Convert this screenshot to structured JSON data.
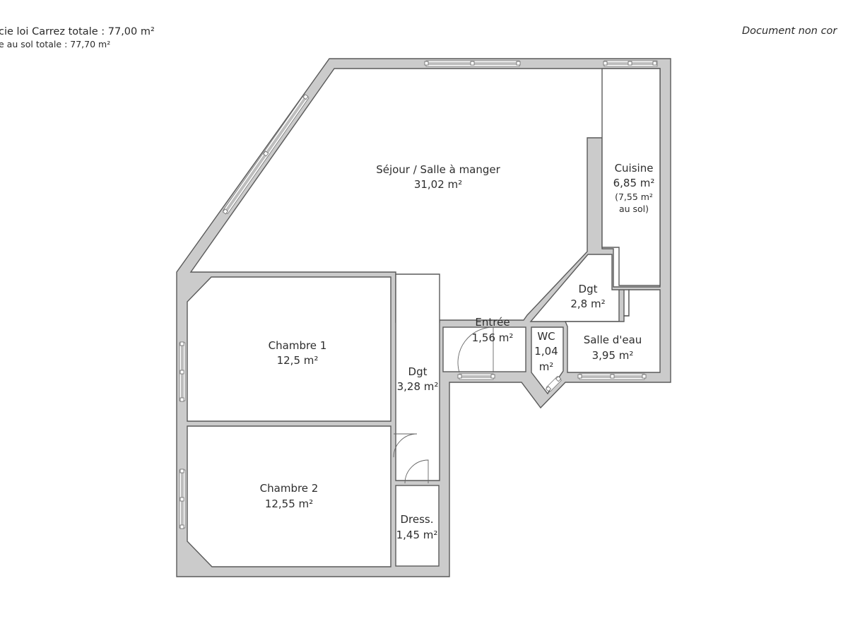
{
  "header": {
    "carrez_total": "cie loi Carrez totale :  77,00 m²",
    "floor_total": "e au sol totale :  77,70 m²",
    "disclaimer": "Document non cor"
  },
  "rooms": [
    {
      "name": "Séjour / Salle à manger",
      "area": "31,02 m²"
    },
    {
      "name": "Cuisine",
      "area": "6,85 m²",
      "note1": "(7,55 m²",
      "note2": "au sol)"
    },
    {
      "name": "Dgt",
      "area": "2,8 m²"
    },
    {
      "name": "Entrée",
      "area": "1,56 m²"
    },
    {
      "name": "WC",
      "area": "1,04",
      "area2": "m²"
    },
    {
      "name": "Salle d'eau",
      "area": "3,95 m²"
    },
    {
      "name": "Chambre 1",
      "area": "12,5 m²"
    },
    {
      "name": "Dgt",
      "area": "3,28 m²"
    },
    {
      "name": "Chambre 2",
      "area": "12,55 m²"
    },
    {
      "name": "Dress.",
      "area": "1,45 m²"
    }
  ],
  "colors": {
    "wall_fill": "#cbcbcb",
    "wall_stroke": "#5a5a5a",
    "floor": "#ffffff",
    "text": "#2e2e2e"
  }
}
